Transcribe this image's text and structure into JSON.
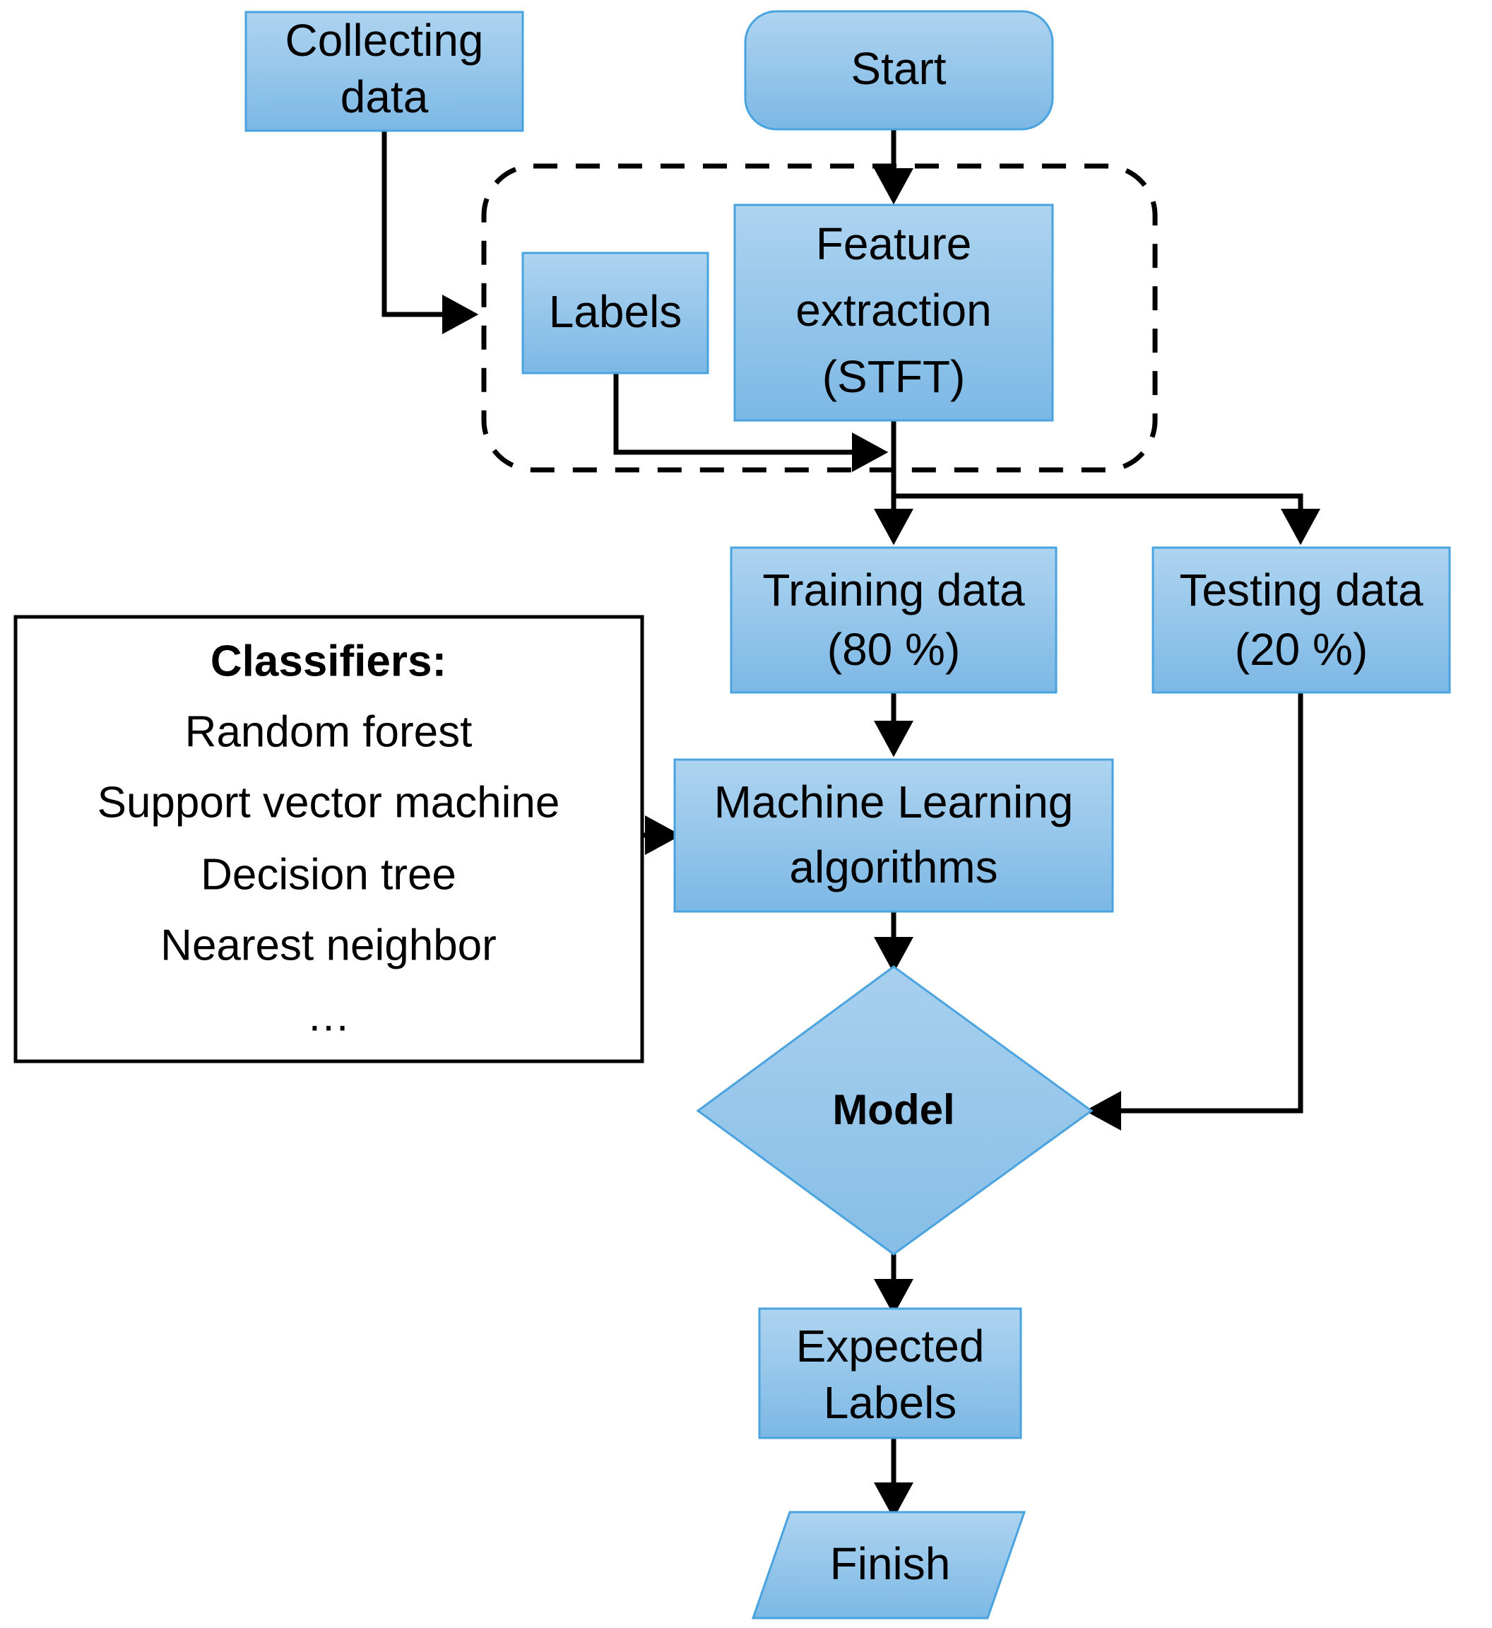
{
  "diagram": {
    "title": "Machine learning pipeline flowchart",
    "colors": {
      "node_fill_top": "#a5cfee",
      "node_fill_bottom": "#7fb9e4",
      "node_border": "#4aa3df",
      "line": "#000000",
      "background": "#ffffff"
    }
  },
  "nodes": {
    "collecting_data": {
      "line1": "Collecting",
      "line2": "data",
      "shape": "rectangle"
    },
    "start": {
      "label": "Start",
      "shape": "rounded-rectangle"
    },
    "labels": {
      "label": "Labels",
      "shape": "rectangle"
    },
    "feature_extraction": {
      "line1": "Feature",
      "line2": "extraction",
      "line3": "(STFT)",
      "shape": "rectangle"
    },
    "training_data": {
      "line1": "Training data",
      "line2": "(80 %)",
      "shape": "rectangle"
    },
    "testing_data": {
      "line1": "Testing data",
      "line2": "(20 %)",
      "shape": "rectangle"
    },
    "ml_algorithms": {
      "line1": "Machine Learning",
      "line2": "algorithms",
      "shape": "rectangle"
    },
    "model": {
      "label": "Model",
      "shape": "diamond"
    },
    "expected_labels": {
      "line1": "Expected",
      "line2": "Labels",
      "shape": "rectangle"
    },
    "finish": {
      "label": "Finish",
      "shape": "parallelogram"
    }
  },
  "classifiers_panel": {
    "heading": "Classifiers:",
    "items": [
      "Random forest",
      "Support vector machine",
      "Decision tree",
      "Nearest neighbor",
      "…"
    ]
  },
  "chart_data": {
    "type": "diagram",
    "title": "Machine learning pipeline flowchart",
    "nodes": [
      {
        "id": "collecting_data",
        "label": "Collecting data",
        "shape": "rectangle"
      },
      {
        "id": "start",
        "label": "Start",
        "shape": "rounded-rectangle"
      },
      {
        "id": "labels",
        "label": "Labels",
        "shape": "rectangle"
      },
      {
        "id": "feature_extraction",
        "label": "Feature extraction (STFT)",
        "shape": "rectangle"
      },
      {
        "id": "training_data",
        "label": "Training data (80 %)",
        "shape": "rectangle"
      },
      {
        "id": "testing_data",
        "label": "Testing data (20 %)",
        "shape": "rectangle"
      },
      {
        "id": "classifiers",
        "label": "Classifiers: Random forest, Support vector machine, Decision tree, Nearest neighbor, …",
        "shape": "rectangle"
      },
      {
        "id": "ml_algorithms",
        "label": "Machine Learning algorithms",
        "shape": "rectangle"
      },
      {
        "id": "model",
        "label": "Model",
        "shape": "diamond"
      },
      {
        "id": "expected_labels",
        "label": "Expected Labels",
        "shape": "rectangle"
      },
      {
        "id": "finish",
        "label": "Finish",
        "shape": "parallelogram"
      }
    ],
    "groups": [
      {
        "id": "preprocessing_group",
        "style": "dashed",
        "contains": [
          "labels",
          "feature_extraction"
        ]
      }
    ],
    "edges": [
      {
        "from": "collecting_data",
        "to": "preprocessing_group"
      },
      {
        "from": "start",
        "to": "feature_extraction"
      },
      {
        "from": "labels",
        "to": "feature_extraction"
      },
      {
        "from": "preprocessing_group",
        "to": "training_data"
      },
      {
        "from": "preprocessing_group",
        "to": "testing_data"
      },
      {
        "from": "training_data",
        "to": "ml_algorithms"
      },
      {
        "from": "classifiers",
        "to": "ml_algorithms"
      },
      {
        "from": "ml_algorithms",
        "to": "model"
      },
      {
        "from": "testing_data",
        "to": "model"
      },
      {
        "from": "model",
        "to": "expected_labels"
      },
      {
        "from": "expected_labels",
        "to": "finish"
      }
    ]
  }
}
